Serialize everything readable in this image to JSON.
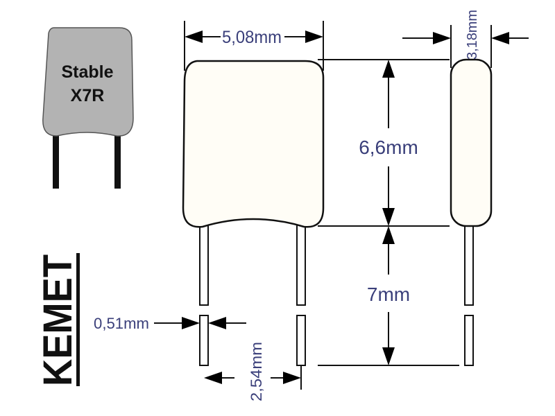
{
  "component": {
    "label_line1": "Stable",
    "label_line2": "X7R",
    "body_color": "#b3b3b3",
    "lead_color": "#111111"
  },
  "brand": {
    "logo_text": "KEMET"
  },
  "dimensions": {
    "body_width": "5,08mm",
    "body_height": "6,6mm",
    "lead_length": "7mm",
    "body_thickness": "3,18mm",
    "lead_diameter": "0,51mm",
    "lead_spacing": "2,54mm"
  },
  "colors": {
    "dimension_text": "#3a3f7a",
    "outline": "#111111"
  }
}
